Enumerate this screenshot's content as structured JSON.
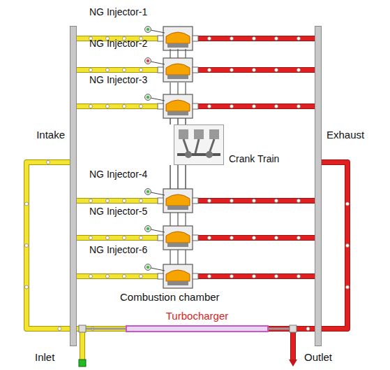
{
  "diagram": {
    "nodes": [
      {
        "text": [
          "Intake"
        ]
      },
      {
        "text": [
          "Exhaust"
        ]
      },
      {
        "text": [
          "Turbocharger"
        ]
      },
      {
        "text": [
          "Crank Train"
        ]
      }
    ],
    "edges": [
      {
        "from": 2,
        "to": 0,
        "arrow": "none"
      },
      {
        "from": 1,
        "to": 2,
        "arrow": "none"
      }
    ],
    "labels": [
      "NG Injector-1",
      "NG Injector-2",
      "NG Injector-3",
      "NG Injector-4",
      "NG Injector-5",
      "NG Injector-6",
      "Combustion chamber",
      "Inlet",
      "Outlet"
    ]
  }
}
